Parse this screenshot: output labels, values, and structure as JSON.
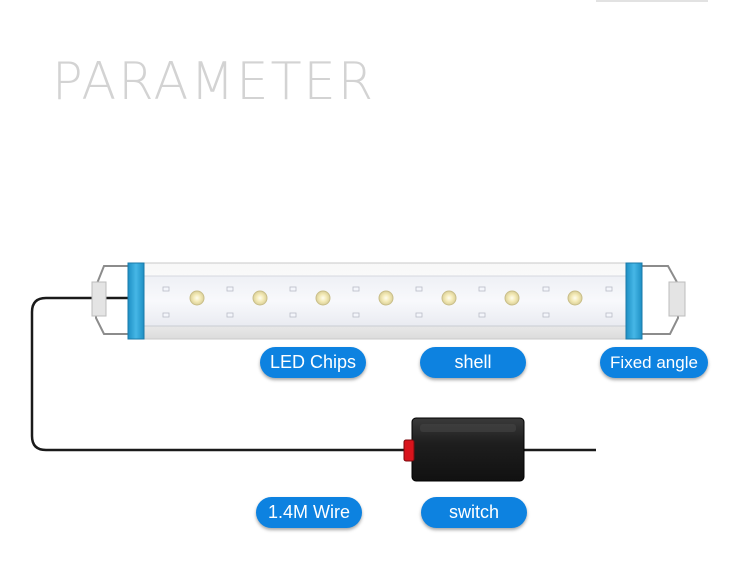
{
  "title": "PARAMETER",
  "labels": {
    "led_chips": "LED Chips",
    "shell": "shell",
    "fixed_angle": "Fixed angle",
    "wire": "1.4M Wire",
    "switch": "switch"
  },
  "colors": {
    "accent": "#0d82e0",
    "title": "#d3d3d3",
    "endcap": "#2aa3d6",
    "switch_body": "#1c1c1c",
    "switch_button": "#d8141c"
  }
}
